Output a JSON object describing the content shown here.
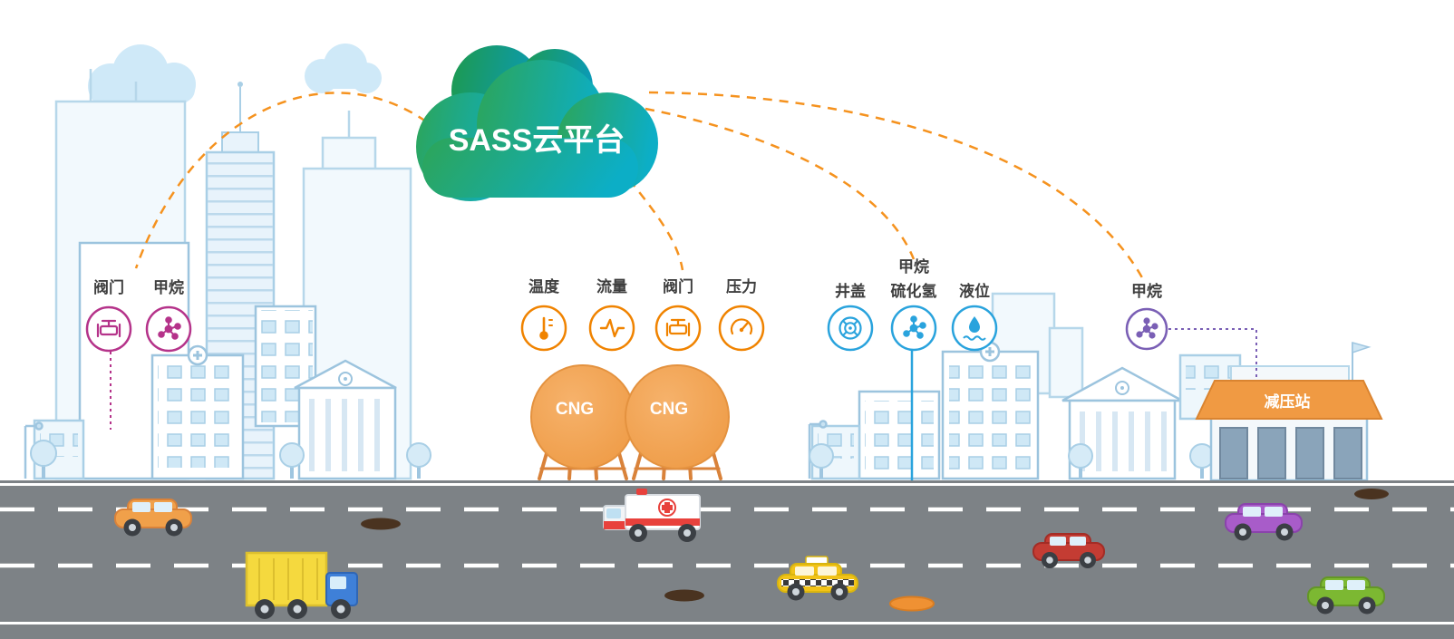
{
  "cloud": {
    "label": "SASS云平台",
    "gradient_start": "#2da557",
    "gradient_end": "#0caec6"
  },
  "sensor_groups": {
    "city": {
      "accent": "#b5338a",
      "sensors": [
        {
          "label": "阀门",
          "icon": "valve-icon"
        },
        {
          "label": "甲烷",
          "icon": "molecule-icon"
        }
      ]
    },
    "cng": {
      "accent": "#f08300",
      "sensors": [
        {
          "label": "温度",
          "icon": "thermometer-icon"
        },
        {
          "label": "流量",
          "icon": "flow-icon"
        },
        {
          "label": "阀门",
          "icon": "valve-icon"
        },
        {
          "label": "压力",
          "icon": "gauge-icon"
        }
      ]
    },
    "manhole": {
      "accent": "#29a3dd",
      "sensors": [
        {
          "label": "井盖",
          "icon": "manhole-cover-icon"
        },
        {
          "label_top": "甲烷",
          "label_bottom": "硫化氢",
          "icon": "molecule-icon"
        },
        {
          "label": "液位",
          "icon": "liquid-level-icon"
        }
      ]
    },
    "station": {
      "accent": "#7a5fb5",
      "sensors": [
        {
          "label": "甲烷",
          "icon": "molecule-icon"
        }
      ]
    }
  },
  "tanks": {
    "tank1": "CNG",
    "tank2": "CNG"
  },
  "station_building": {
    "label": "减压站"
  },
  "link_color": "#f5921e"
}
